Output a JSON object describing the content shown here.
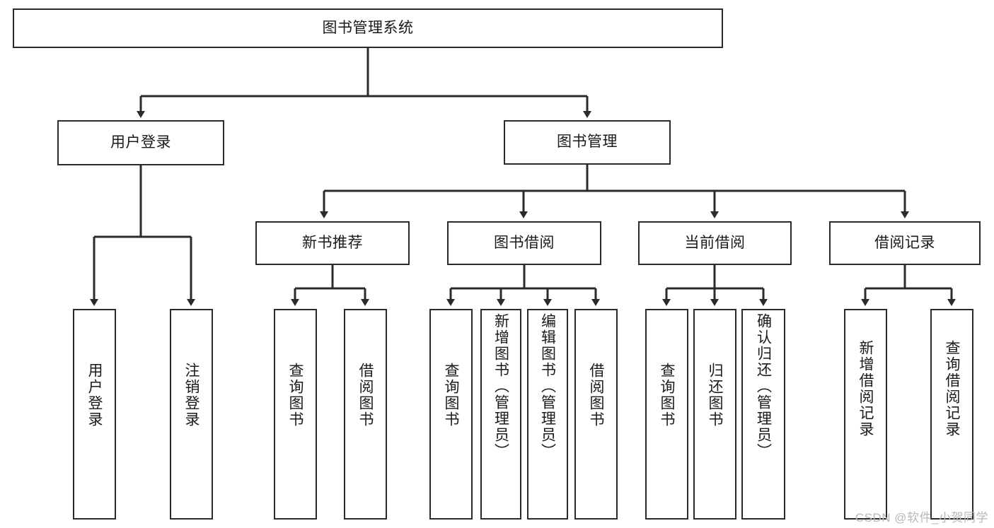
{
  "diagram": {
    "type": "hierarchy-tree",
    "title": "图书管理系统",
    "root": {
      "label": "图书管理系统"
    },
    "level2": [
      {
        "label": "用户登录"
      },
      {
        "label": "图书管理"
      }
    ],
    "level3": [
      {
        "label": "新书推荐"
      },
      {
        "label": "图书借阅"
      },
      {
        "label": "当前借阅"
      },
      {
        "label": "借阅记录"
      }
    ],
    "leaves": {
      "user_login": [
        {
          "label": "用户登录"
        },
        {
          "label": "注销登录"
        }
      ],
      "new_book_recommend": [
        {
          "label": "查询图书"
        },
        {
          "label": "借阅图书"
        }
      ],
      "book_borrow": [
        {
          "label": "查询图书"
        },
        {
          "label": "新增图书（管理员）"
        },
        {
          "label": "编辑图书（管理员）"
        },
        {
          "label": "借阅图书"
        }
      ],
      "current_borrow": [
        {
          "label": "查询图书"
        },
        {
          "label": "归还图书"
        },
        {
          "label": "确认归还（管理员）"
        }
      ],
      "borrow_record": [
        {
          "label": "新增借阅记录"
        },
        {
          "label": "查询借阅记录"
        }
      ]
    },
    "watermark": "CSDN @软件_小贺同学",
    "colors": {
      "stroke": "#2b2b2b",
      "fill": "#ffffff",
      "text": "#1a1a1a",
      "watermark": "#b9b9b9"
    }
  }
}
